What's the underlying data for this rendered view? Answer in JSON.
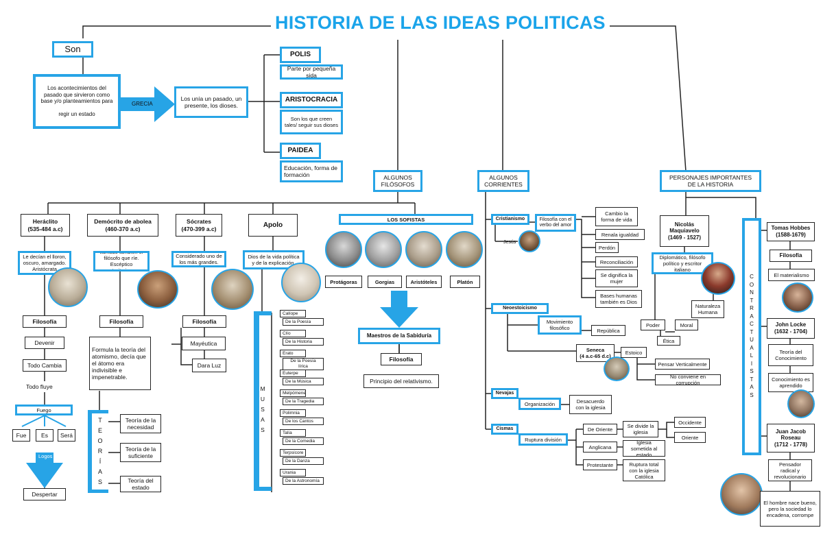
{
  "title": "HISTORIA DE LAS IDEAS POLITICAS",
  "son": "Son",
  "definition": "Los acontecimientos del pasado que sirvieron como base y/o planteamientos para\n\nregir un estado",
  "grecia": "GRECIA",
  "unia": "Los unía un pasado, un presente, los dioses.",
  "polis": {
    "label": "POLIS",
    "desc": "Parte por pequeña sida"
  },
  "aristocracia": {
    "label": "ARISTOCRACIA",
    "desc": "Son los que creen tales/ seguir sus dioses"
  },
  "paidea": {
    "label": "PAIDEA",
    "desc": "Educación, forma de formación"
  },
  "filosofos_header": "ALGUNOS\nFILÓSOFOS",
  "corrientes_header": "ALGUNOS\nCORRIENTES",
  "personajes_header": "PERSONAJES IMPORTANTES\nDE LA HISTORIA",
  "heraclito": {
    "name": "Heráclito\n(535-484 a.c)",
    "desc": "Le decían el lloron, oscuro, amargado. Aristócrata",
    "filosofia": "Filosofía",
    "items": [
      "Devenir",
      "Todo Cambia",
      "Todo fluye"
    ],
    "fuego": "Fuego",
    "tiempos": [
      "Fue",
      "Es",
      "Será"
    ],
    "logos": "Logos",
    "despertar": "Despertar"
  },
  "democrito": {
    "name": "Demócrito de abolea\n(460-370 a.c)",
    "desc": "llamado también el filósofo que ríe. Escéptico autoritarismo",
    "filosofia": "Filosofía",
    "formula": "Formula la teoría del atomismo, decía que el átomo era indivisible e impenetrable.",
    "teorias_letters": "T\nE\nO\nR\nÍ\nA\nS",
    "teorias": [
      "Teoría de la necesidad",
      "Teoría de la suficiente",
      "Teoría del estado"
    ]
  },
  "socrates": {
    "name": "Sócrates\n(470-399 a.c)",
    "desc": "Considerado uno de los más grandes.",
    "filosofia": "Filosofía",
    "items": [
      "Mayéutica",
      "Dara Luz"
    ]
  },
  "apolo": {
    "name": "Apolo",
    "desc": "Dios de la vida política y de la explicación.",
    "musas_letters": "M\nU\nS\nA\nS",
    "musas": [
      {
        "name": "Calíope",
        "domain": "De la Poesía"
      },
      {
        "name": "Clío",
        "domain": "De la Historia"
      },
      {
        "name": "Erato",
        "domain": "De la Poesía lírica"
      },
      {
        "name": "Euterpe",
        "domain": "De la Música"
      },
      {
        "name": "Melpómene",
        "domain": "De la Tragedia"
      },
      {
        "name": "Polimnia",
        "domain": "De los Cantos"
      },
      {
        "name": "Talía",
        "domain": "De la Comedia"
      },
      {
        "name": "Terpsícore",
        "domain": "De la Danza"
      },
      {
        "name": "Urania",
        "domain": "De la Astronomía"
      }
    ]
  },
  "sofistas": {
    "label": "LOS SOFISTAS",
    "names": [
      "Protágoras",
      "Gorgias",
      "Aristóteles",
      "Platón"
    ],
    "maestros": "Maestros de la Sabiduría",
    "filosofia": "Filosofía",
    "principio": "Principio del relativismo."
  },
  "cristianismo": {
    "label": "Cristianismo",
    "jesus": "Jesús",
    "filosofia": "Filosofía con el verbo del amor",
    "items": [
      "Cambio la forma de vida",
      "Renala igualdad",
      "Perdón",
      "Reconciliación",
      "Se dignifica la mujer",
      "Bases humanas también es Dios"
    ]
  },
  "neoestoicismo": {
    "label": "Neoestoicismo",
    "movimiento": "Movimiento filosófico",
    "republica": "República",
    "seneca": "Seneca\n(4 a.c-65 d.c)",
    "estoico": "Estoico",
    "items": [
      "Pensar Verticalmente",
      "No conviene en corrupción"
    ]
  },
  "nevajas": {
    "label": "Nevajas",
    "organizacion": "Organización",
    "desacuerdo": "Desacuerdo con la iglesia"
  },
  "cismas": {
    "label": "Cismas",
    "ruptura": "Ruptura división",
    "types": [
      "De Oriente",
      "Anglicana",
      "Protestante"
    ],
    "descs": [
      "Se divide la iglesia",
      "Iglesia sometida al estado",
      "Ruptura total con la iglesia Católica"
    ],
    "sides": [
      "Occidente",
      "Oriente"
    ]
  },
  "maquiavelo": {
    "name": "Nicolás\nMaquiavelo\n(1469 - 1527)",
    "desc": "Diplomático, filósofo político y escritor italiano",
    "naturaleza": "Naturaleza Humana",
    "poder": "Poder",
    "moral": "Moral",
    "etica": "Ética"
  },
  "contractualistas": "C\nO\nN\nT\nR\nA\nC\nT\nU\nA\nL\nI\nS\nT\nA\nS",
  "hobbes": {
    "name": "Tomas Hobbes\n(1588-1679)",
    "filosofia": "Filosofía",
    "materialismo": "El materialismo"
  },
  "locke": {
    "name": "John Locke\n(1632 - 1704)",
    "teoria": "Teoría del Conocimiento",
    "conocimiento": "Conocimiento es aprendido"
  },
  "rousseau": {
    "name": "Juan Jacob\nRoseau\n(1712 - 1778)",
    "pensador": "Pensador radical y revolucionario",
    "hombre": "El hombre nace bueno, pero la sociedad lo encadena, corrompe"
  },
  "colors": {
    "accent": "#27a4e6",
    "title": "#1ba4ea",
    "line": "#222222"
  }
}
